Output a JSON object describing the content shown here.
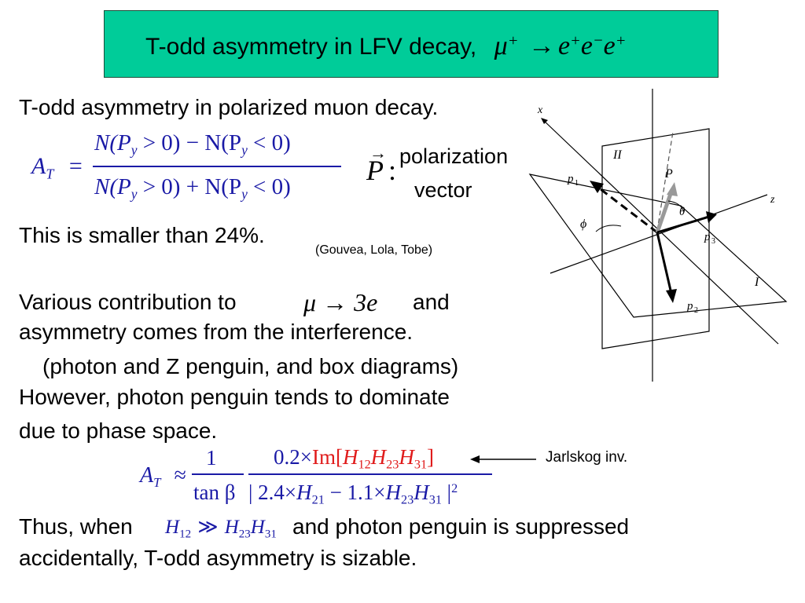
{
  "title": {
    "text": "T-odd asymmetry in LFV decay,",
    "formula": {
      "mu": "μ",
      "sup_plus": "+",
      "arrow": "→",
      "e": "e",
      "sup_minus": "−"
    }
  },
  "intro": "T-odd asymmetry in polarized muon decay.",
  "eq1": {
    "lhs": "A",
    "lhs_sub": "T",
    "equals": "=",
    "num_a": "N(P",
    "num_b": "> 0) − N(P",
    "num_c": "< 0)",
    "den_a": "N(P",
    "den_b": "> 0) + N(P",
    "den_c": "< 0)",
    "sub_y": "y"
  },
  "polarization": {
    "symbol": "P",
    "colon": ":",
    "line1": "polarization",
    "line2": "vector"
  },
  "smaller_text": "This is smaller than 24%.",
  "citation": "(Gouvea, Lola, Tobe)",
  "para": {
    "line1_a": "Various  contribution to",
    "line1_formula": "μ → 3e",
    "line1_b": "and",
    "line2": "asymmetry comes from the interference.",
    "line3": "(photon and Z penguin, and box diagrams)",
    "line4": "However, photon penguin tends to dominate",
    "line5": "due to phase space."
  },
  "eq2": {
    "lhs": "A",
    "lhs_sub": "T",
    "approx": "≈",
    "num1": "1",
    "den1": "tan β",
    "num2_a": "0.2×",
    "num2_im": "Im[",
    "num2_h": "H",
    "num2_close": "]",
    "den2_a": "| 2.4×",
    "den2_b": "− 1.1×",
    "den2_c": "|",
    "den2_pow": "2",
    "sub_12": "12",
    "sub_23": "23",
    "sub_31": "31",
    "sub_21": "21",
    "h": "H"
  },
  "annotation": "Jarlskog inv.",
  "conclusion": {
    "line1_a": "Thus, when",
    "line1_formula_sim": "≫",
    "line1_b": "and photon penguin is suppressed",
    "line2": "accidentally, T-odd asymmetry is sizable."
  },
  "diagram": {
    "label_x": "x",
    "label_z": "z",
    "label_II": "II",
    "label_I": "I",
    "label_p1": "p",
    "label_p2": "p",
    "label_p3": "p",
    "label_P": "P",
    "sub_1": "1",
    "sub_2": "2",
    "sub_3": "3",
    "label_phi": "ϕ",
    "label_theta": "θ"
  }
}
